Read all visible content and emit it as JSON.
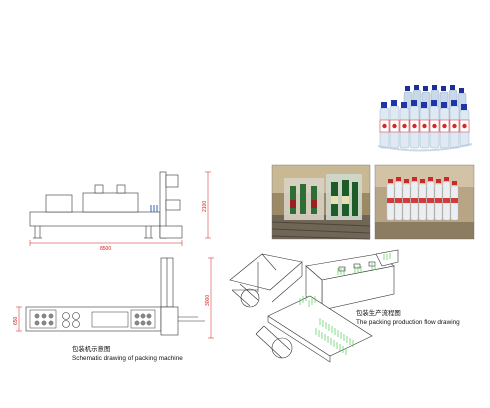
{
  "machine_caption": {
    "chinese": "包装机示意图",
    "english": "Schematic drawing of packing machine"
  },
  "flow_caption": {
    "chinese": "包装生产流程图",
    "english": "The packing production flow drawing"
  },
  "dimensions": {
    "length": "8500",
    "height": "2100",
    "width": "3000",
    "conveyor_width": "650"
  },
  "photos": [
    {
      "name": "shrink-wrapped-water-bottle-pack-photo"
    },
    {
      "name": "wrapped-bottles-on-conveyor-photo"
    },
    {
      "name": "bottle-pack-on-table-photo"
    }
  ],
  "colors": {
    "dimension_lines": "#d01818",
    "drawing_lines": "#333333",
    "flow_bottles": "#5cc85c"
  }
}
